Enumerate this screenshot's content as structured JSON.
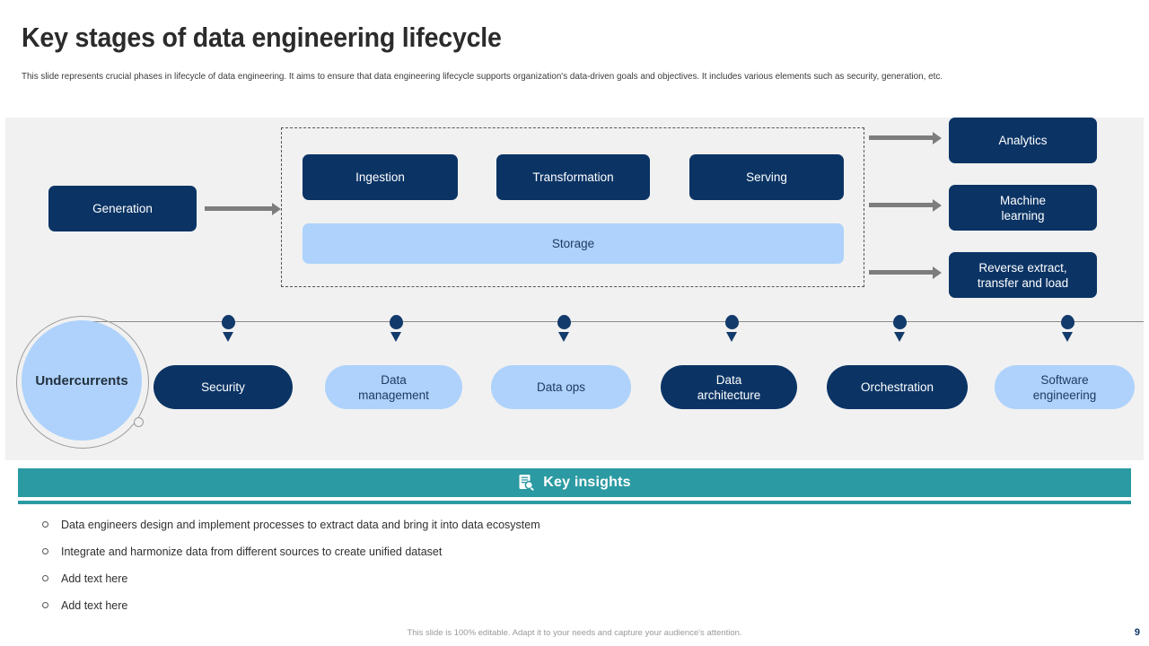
{
  "header": {
    "title": "Key stages of data engineering lifecycle",
    "subtitle": "This slide represents crucial phases in lifecycle of data engineering. It aims to ensure that data engineering lifecycle supports organization's data-driven goals and objectives. It includes various elements such as security, generation, etc."
  },
  "colors": {
    "navy": "#0b3465",
    "light_blue": "#aed2fb",
    "teal": "#2b9aa2",
    "panel_gray": "#f1f1f1",
    "arrow_gray": "#7d7d7d"
  },
  "diagram": {
    "source": {
      "label": "Generation",
      "style": "navy"
    },
    "pipeline_stages": [
      {
        "label": "Ingestion",
        "style": "navy"
      },
      {
        "label": "Transformation",
        "style": "navy"
      },
      {
        "label": "Serving",
        "style": "navy"
      }
    ],
    "storage": {
      "label": "Storage",
      "style": "light-blue"
    },
    "outputs": [
      {
        "label": "Analytics",
        "style": "navy"
      },
      {
        "label": "Machine\nlearning",
        "line1": "Machine",
        "line2": "learning",
        "style": "navy"
      },
      {
        "label": "Reverse extract, transfer and load",
        "line1": "Reverse extract,",
        "line2": "transfer and load",
        "style": "navy"
      }
    ]
  },
  "undercurrents": {
    "circle_label": "Undercurrents",
    "items": [
      {
        "label": "Security",
        "style": "navy"
      },
      {
        "line1": "Data",
        "line2": "management",
        "style": "light-blue"
      },
      {
        "label": "Data ops",
        "style": "light-blue"
      },
      {
        "line1": "Data",
        "line2": "architecture",
        "style": "navy"
      },
      {
        "label": "Orchestration",
        "style": "navy"
      },
      {
        "line1": "Software",
        "line2": "engineering",
        "style": "light-blue"
      }
    ]
  },
  "key_insights": {
    "icon": "document-magnifier-icon",
    "title": "Key insights",
    "bullets": [
      "Data engineers design and implement processes to extract data and bring it into data ecosystem",
      "Integrate and harmonize data from different sources to create unified dataset",
      "Add text here",
      "Add text here"
    ]
  },
  "footer": {
    "note": "This slide is 100% editable. Adapt it to your needs and capture your audience's attention.",
    "page_number": "9"
  }
}
